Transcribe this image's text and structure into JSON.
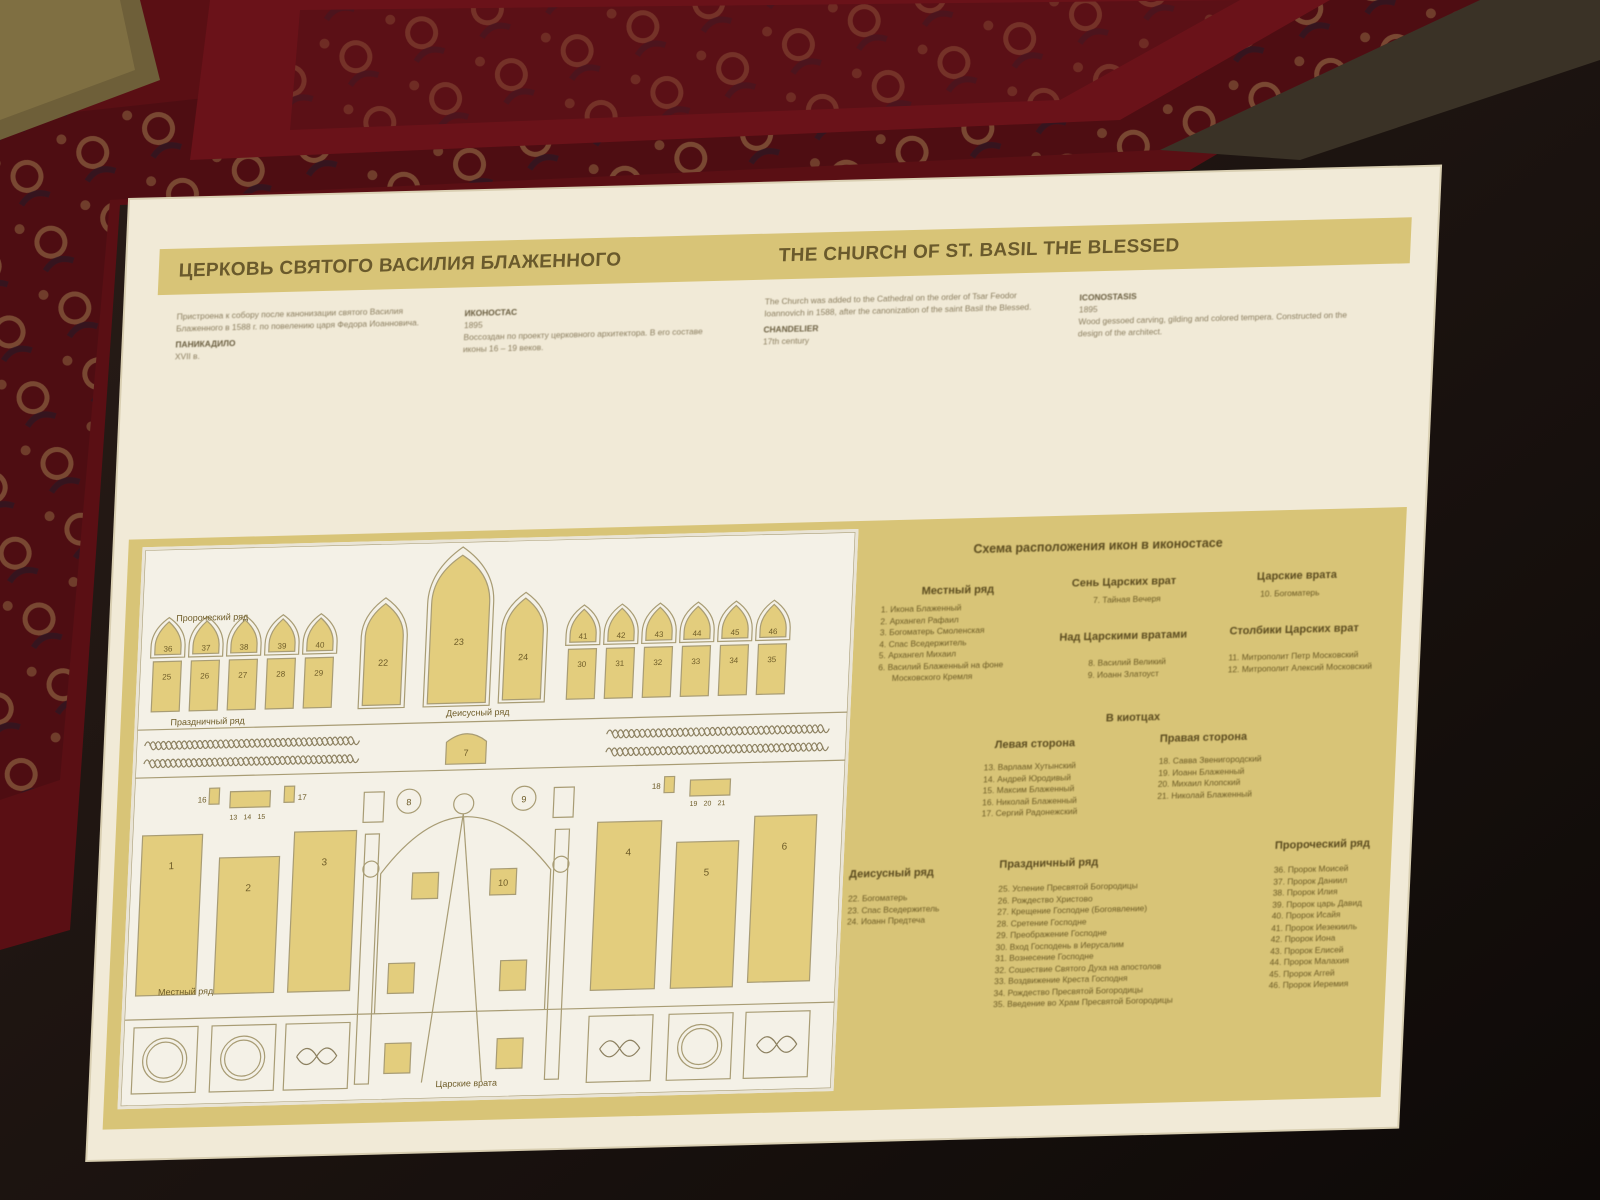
{
  "title_ru": "ЦЕРКОВЬ СВЯТОГО ВАСИЛИЯ БЛАЖЕННОГО",
  "title_en": "THE CHURCH OF ST. BASIL THE BLESSED",
  "colors": {
    "plaque": "#f1ead7",
    "band": "#d8c477",
    "icon_fill": "#e3cd7d",
    "carpet": "#5a0f14",
    "text": "#6b5a24"
  },
  "diagram": {
    "row_labels": {
      "prophetic": "Пророческий ряд",
      "festive": "Праздничный ряд",
      "deesis": "Деисусный ряд",
      "local": "Местный ряд",
      "royal_doors": "Царские врата"
    },
    "prophetic_left": [
      "36",
      "37",
      "38",
      "39",
      "40"
    ],
    "prophetic_right": [
      "41",
      "42",
      "43",
      "44",
      "45",
      "46"
    ],
    "festive_left": [
      "25",
      "26",
      "27",
      "28",
      "29"
    ],
    "festive_right": [
      "30",
      "31",
      "32",
      "33",
      "34",
      "35"
    ],
    "deesis": [
      "22",
      "23",
      "24"
    ],
    "local": [
      "1",
      "2",
      "3",
      "4",
      "5",
      "6"
    ],
    "upper_center": "7",
    "medallions": [
      "8",
      "9"
    ],
    "royal_center": "10",
    "small": [
      "16",
      "17",
      "18",
      "19",
      "20",
      "21"
    ],
    "small_left_nums": [
      "13",
      "14",
      "15"
    ]
  },
  "legend": {
    "title": "Схема расположения икон в иконостасе",
    "local_row": {
      "heading": "Местный ряд",
      "items": [
        "1. Икона Блаженный",
        "2. Архангел Рафаил",
        "3. Богоматерь Смоленская",
        "4. Спас Вседержитель",
        "5. Архангел Михаил",
        "6. Василий Блаженный на фоне",
        "Московского Кремля"
      ]
    },
    "canopy": {
      "heading": "Сень Царских врат",
      "items": [
        "7. Тайная Вечеря"
      ]
    },
    "royal": {
      "heading": "Царские врата",
      "items": [
        "10. Богоматерь"
      ]
    },
    "above_royal": {
      "heading": "Над Царскими вратами",
      "items": [
        "8. Василий Великий",
        "9. Иоанн Златоуст"
      ]
    },
    "pillars": {
      "heading": "Столбики Царских врат",
      "items": [
        "11. Митрополит Петр Московский",
        "12. Митрополит Алексий Московский"
      ]
    },
    "niches": {
      "heading": "В киотцах"
    },
    "left_side": {
      "heading": "Левая сторона",
      "items": [
        "13. Варлаам Хутынский",
        "14. Андрей Юродивый",
        "15. Максим Блаженный",
        "16. Николай Блаженный",
        "17. Сергий Радонежский"
      ]
    },
    "right_side": {
      "heading": "Правая сторона",
      "items": [
        "18. Савва Звенигородский",
        "19. Иоанн Блаженный",
        "20. Михаил Клопский",
        "21. Николай Блаженный"
      ]
    },
    "deesis_row": {
      "heading": "Деисусный ряд",
      "items": [
        "22. Богоматерь",
        "23. Спас Вседержитель",
        "24. Иоанн Предтеча"
      ]
    },
    "festive_row": {
      "heading": "Праздничный ряд",
      "items": [
        "25. Успение Пресвятой Богородицы",
        "26. Рождество Христово",
        "27. Крещение Господне (Богоявление)",
        "28. Сретение Господне",
        "29. Преображение Господне",
        "30. Вход Господень в Иерусалим",
        "31. Вознесение Господне",
        "32. Сошествие Святого Духа на апостолов",
        "33. Воздвижение Креста Господня",
        "34. Рождество Пресвятой Богородицы",
        "35. Введение во Храм Пресвятой Богородицы"
      ]
    },
    "prophetic_row": {
      "heading": "Пророческий ряд",
      "items": [
        "36. Пророк Моисей",
        "37. Пророк Даниил",
        "38. Пророк Илия",
        "39. Пророк царь Давид",
        "40. Пророк Исайя",
        "41. Пророк Иезекииль",
        "42. Пророк Иона",
        "43. Пророк Елисей",
        "44. Пророк Малахия",
        "45. Пророк Аггей",
        "46. Пророк Иеремия"
      ]
    }
  },
  "text_left": {
    "p1": "Пристроена к собору после канонизации святого Василия Блаженного в 1588 г. по повелению царя Федора Иоанновича.",
    "h1": "ИКОНОСТАС",
    "h1_sub": "1895",
    "p2": "Воссоздан по проекту церковного архитектора. В его составе иконы 16 – 19 веков.",
    "h2": "ПАНИКАДИЛО",
    "h2_sub": "XVII в."
  },
  "text_right": {
    "p1": "The Church was added to the Cathedral on the order of Tsar Feodor Ioannovich in 1588, after the canonization of the saint Basil the Blessed.",
    "h1": "ICONOSTASIS",
    "h1_sub": "1895",
    "p2": "Wood gessoed carving, gilding and colored tempera. Constructed on the design of the architect.",
    "h2": "CHANDELIER",
    "h2_sub": "17th century"
  }
}
